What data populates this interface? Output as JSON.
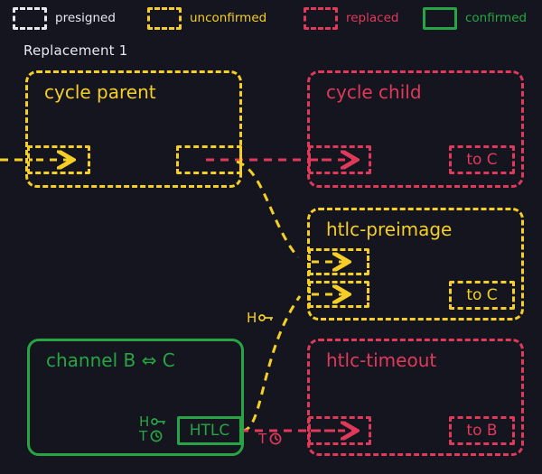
{
  "legend": {
    "items": [
      {
        "label": "presigned",
        "style": "presigned",
        "color": "#e8e8ef"
      },
      {
        "label": "unconfirmed",
        "style": "unconfirmed",
        "color": "#f5cf26"
      },
      {
        "label": "replaced",
        "style": "replaced",
        "color": "#e0395a"
      },
      {
        "label": "confirmed",
        "style": "confirmed",
        "color": "#27a544"
      }
    ]
  },
  "section": {
    "title": "Replacement 1"
  },
  "colors": {
    "background": "#15151f",
    "presigned": "#e8e8ef",
    "unconfirmed": "#f5cf26",
    "replaced": "#e0395a",
    "confirmed": "#27a544"
  },
  "boxes": {
    "cycle_parent": {
      "title": "cycle parent",
      "state": "unconfirmed"
    },
    "cycle_child": {
      "title": "cycle child",
      "state": "replaced"
    },
    "htlc_preimage": {
      "title": "htlc-preimage",
      "state": "unconfirmed"
    },
    "htlc_timeout": {
      "title": "htlc-timeout",
      "state": "replaced"
    },
    "channel_bc": {
      "title": "channel B ⇔ C",
      "state": "confirmed"
    }
  },
  "ports": {
    "cycle_parent_in": {
      "label": ""
    },
    "cycle_parent_out": {
      "label": ""
    },
    "cycle_child_in": {
      "label": ""
    },
    "cycle_child_out": {
      "label": "to C"
    },
    "preimage_in_1": {
      "label": ""
    },
    "preimage_in_2": {
      "label": ""
    },
    "preimage_out": {
      "label": "to C"
    },
    "timeout_in": {
      "label": ""
    },
    "timeout_out": {
      "label": "to B"
    },
    "channel_htlc_out": {
      "label": "HTLC"
    }
  },
  "conditions": {
    "htlc_out": {
      "hash": "H",
      "time": "T"
    },
    "preimage_spend": {
      "hash": "H"
    },
    "timeout_spend": {
      "time": "T"
    }
  },
  "icons": {
    "key": "key-icon",
    "clock": "clock-icon"
  }
}
